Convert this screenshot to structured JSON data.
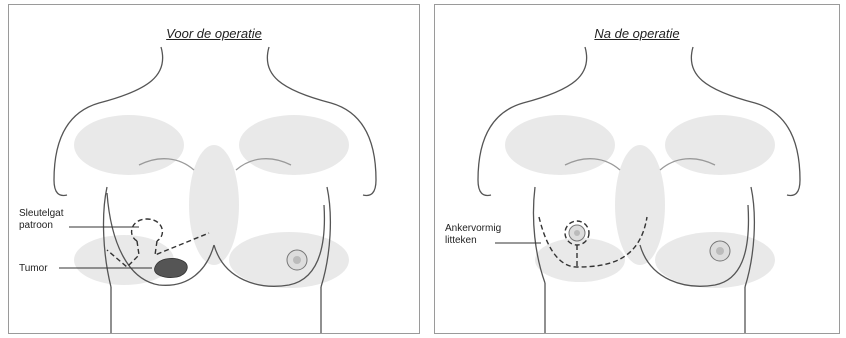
{
  "panels": {
    "before": {
      "title": "Voor de operatie",
      "labels": {
        "keyhole_line1": "Sleutelgat",
        "keyhole_line2": "patroon",
        "tumor": "Tumor"
      }
    },
    "after": {
      "title": "Na de operatie",
      "labels": {
        "scar_line1": "Ankervormig",
        "scar_line2": "litteken"
      }
    }
  },
  "colors": {
    "outline": "#555555",
    "shading": "#c4c4c4",
    "dashed_line": "#333333",
    "tumor": "#555555",
    "panel_border": "#9a9a9a"
  }
}
